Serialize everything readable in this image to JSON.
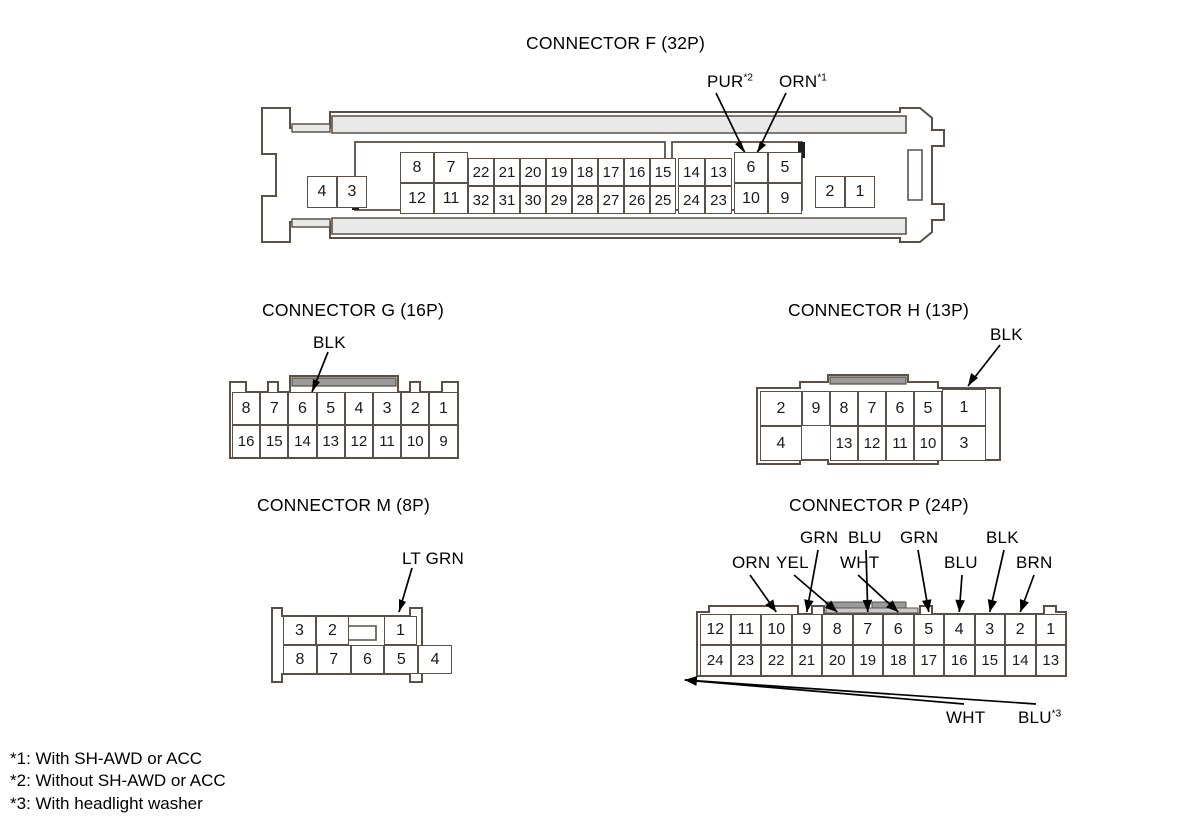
{
  "diagram": {
    "kind": "connector-pinout",
    "footnotes": [
      "*1: With SH-AWD or ACC",
      "*2: Without SH-AWD or ACC",
      "*3: With headlight washer"
    ]
  },
  "connectors": {
    "F": {
      "title": "CONNECTOR F (32P)",
      "pins": {
        "left_pair": [
          [
            "4"
          ],
          [
            "3"
          ]
        ],
        "big_left": [
          [
            "8",
            "12"
          ],
          [
            "7",
            "11"
          ]
        ],
        "mid_left_top": [
          "22",
          "21",
          "20",
          "19",
          "18",
          "17",
          "16",
          "15"
        ],
        "mid_left_bottom": [
          "32",
          "31",
          "30",
          "29",
          "28",
          "27",
          "26",
          "25"
        ],
        "right_narrow": [
          [
            "14",
            "24"
          ],
          [
            "13",
            "23"
          ]
        ],
        "right_big": [
          [
            "6",
            "10"
          ],
          [
            "5",
            "9"
          ]
        ],
        "right_pair": [
          [
            "2"
          ],
          [
            "1"
          ]
        ]
      },
      "wire_labels": [
        {
          "text": "PUR",
          "sup": "*2",
          "pin": "13"
        },
        {
          "text": "ORN",
          "sup": "*1",
          "pin": "6"
        }
      ]
    },
    "G": {
      "title": "CONNECTOR G (16P)",
      "top_row": [
        "8",
        "7",
        "6",
        "5",
        "4",
        "3",
        "2",
        "1"
      ],
      "bottom_row": [
        "16",
        "15",
        "14",
        "13",
        "12",
        "11",
        "10",
        "9"
      ],
      "wire_labels": [
        {
          "text": "BLK",
          "sup": "",
          "pin": "6"
        }
      ]
    },
    "H": {
      "title": "CONNECTOR H (13P)",
      "cells": {
        "wide_left": [
          "2",
          "4"
        ],
        "single_9": [
          "9"
        ],
        "mid_top": [
          "8",
          "7",
          "6",
          "5"
        ],
        "mid_bottom": [
          "13",
          "12",
          "11",
          "10"
        ],
        "wide_right": [
          "1",
          "3"
        ]
      },
      "wire_labels": [
        {
          "text": "BLK",
          "sup": "",
          "pin": "1"
        }
      ]
    },
    "M": {
      "title": "CONNECTOR M (8P)",
      "top_row": [
        "3",
        "2",
        "1"
      ],
      "bottom_row": [
        "8",
        "7",
        "6",
        "5",
        "4"
      ],
      "wire_labels": [
        {
          "text": "LT GRN",
          "sup": "",
          "pin": "1"
        }
      ]
    },
    "P": {
      "title": "CONNECTOR P (24P)",
      "top_row": [
        "12",
        "11",
        "10",
        "9",
        "8",
        "7",
        "6",
        "5",
        "4",
        "3",
        "2",
        "1"
      ],
      "bottom_row": [
        "24",
        "23",
        "22",
        "21",
        "20",
        "19",
        "18",
        "17",
        "16",
        "15",
        "14",
        "13"
      ],
      "wire_labels_top": [
        {
          "text": "ORN",
          "sup": "",
          "pin": "10",
          "tier": "low"
        },
        {
          "text": "GRN",
          "sup": "",
          "pin": "9",
          "tier": "high"
        },
        {
          "text": "YEL",
          "sup": "",
          "pin": "8",
          "tier": "low"
        },
        {
          "text": "BLU",
          "sup": "",
          "pin": "7",
          "tier": "high"
        },
        {
          "text": "WHT",
          "sup": "",
          "pin": "6",
          "tier": "low"
        },
        {
          "text": "GRN",
          "sup": "",
          "pin": "5",
          "tier": "high"
        },
        {
          "text": "BLU",
          "sup": "",
          "pin": "4",
          "tier": "low"
        },
        {
          "text": "BLK",
          "sup": "",
          "pin": "3",
          "tier": "high"
        },
        {
          "text": "BRN",
          "sup": "",
          "pin": "2",
          "tier": "low"
        }
      ],
      "wire_labels_bottom": [
        {
          "text": "WHT",
          "sup": "",
          "pin": "16"
        },
        {
          "text": "BLU",
          "sup": "*3",
          "pin": "14"
        }
      ]
    }
  },
  "colors": {
    "outline": "#5b5048",
    "shell_fill": "#e9e9e9",
    "cell_fill": "#ffffff",
    "text": "#000000"
  }
}
